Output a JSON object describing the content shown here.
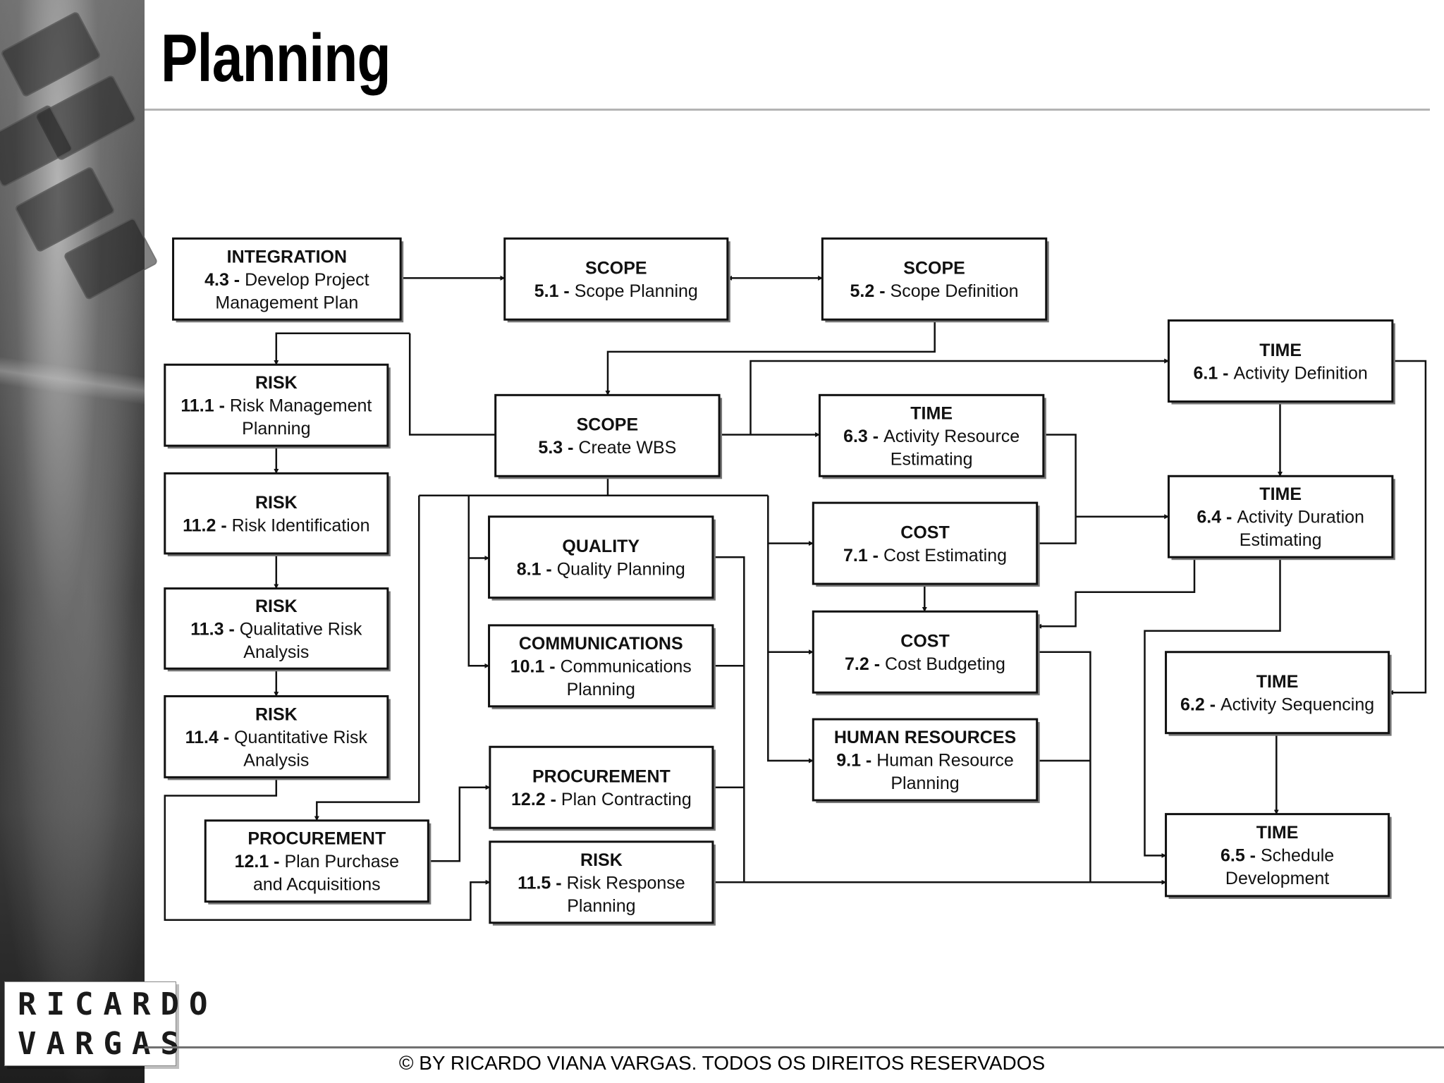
{
  "title": "Planning",
  "footer": "© BY RICARDO VIANA VARGAS. TODOS OS DIREITOS RESERVADOS",
  "logo": {
    "line1": "RICARDO",
    "line2": "VARGAS"
  },
  "colors": {
    "box_border": "#111111",
    "box_fill": "#ffffff",
    "arrow": "#111111",
    "sidebar": "#3a3a3a"
  },
  "diagram": {
    "nodes": [
      {
        "id": "n4_3",
        "category": "INTEGRATION",
        "lines": [
          [
            "4.3 -",
            "Develop Project"
          ],
          [
            "",
            "Management Plan"
          ]
        ]
      },
      {
        "id": "n5_1",
        "category": "SCOPE",
        "lines": [
          [
            "5.1 -",
            "Scope Planning"
          ]
        ]
      },
      {
        "id": "n5_2",
        "category": "SCOPE",
        "lines": [
          [
            "5.2 -",
            "Scope Definition"
          ]
        ]
      },
      {
        "id": "n11_1",
        "category": "RISK",
        "lines": [
          [
            "11.1 -",
            "Risk Management"
          ],
          [
            "",
            "Planning"
          ]
        ]
      },
      {
        "id": "n5_3",
        "category": "SCOPE",
        "lines": [
          [
            "5.3 -",
            "Create WBS"
          ]
        ]
      },
      {
        "id": "n6_3",
        "category": "TIME",
        "lines": [
          [
            "6.3 -",
            "Activity Resource"
          ],
          [
            "",
            "Estimating"
          ]
        ]
      },
      {
        "id": "n6_1",
        "category": "TIME",
        "lines": [
          [
            "6.1 -",
            "Activity Definition"
          ]
        ]
      },
      {
        "id": "n11_2",
        "category": "RISK",
        "lines": [
          [
            "11.2 -",
            "Risk Identification"
          ]
        ]
      },
      {
        "id": "n8_1",
        "category": "QUALITY",
        "lines": [
          [
            "8.1 -",
            "Quality Planning"
          ]
        ]
      },
      {
        "id": "n7_1",
        "category": "COST",
        "lines": [
          [
            "7.1 -",
            "Cost Estimating"
          ]
        ]
      },
      {
        "id": "n6_4",
        "category": "TIME",
        "lines": [
          [
            "6.4 -",
            "Activity Duration"
          ],
          [
            "",
            "Estimating"
          ]
        ]
      },
      {
        "id": "n11_3",
        "category": "RISK",
        "lines": [
          [
            "11.3 -",
            "Qualitative Risk"
          ],
          [
            "",
            "Analysis"
          ]
        ]
      },
      {
        "id": "n10_1",
        "category": "COMMUNICATIONS",
        "lines": [
          [
            "10.1 -",
            "Communications"
          ],
          [
            "",
            "Planning"
          ]
        ]
      },
      {
        "id": "n7_2",
        "category": "COST",
        "lines": [
          [
            "7.2 -",
            "Cost Budgeting"
          ]
        ]
      },
      {
        "id": "n6_2",
        "category": "TIME",
        "lines": [
          [
            "6.2 -",
            "Activity Sequencing"
          ]
        ]
      },
      {
        "id": "n11_4",
        "category": "RISK",
        "lines": [
          [
            "11.4 -",
            "Quantitative Risk"
          ],
          [
            "",
            "Analysis"
          ]
        ]
      },
      {
        "id": "n9_1",
        "category": "HUMAN RESOURCES",
        "lines": [
          [
            "9.1 -",
            "Human Resource"
          ],
          [
            "",
            "Planning"
          ]
        ]
      },
      {
        "id": "n12_2",
        "category": "PROCUREMENT",
        "lines": [
          [
            "12.2 -",
            "Plan Contracting"
          ]
        ]
      },
      {
        "id": "n12_1",
        "category": "PROCUREMENT",
        "lines": [
          [
            "12.1 -",
            "Plan Purchase"
          ],
          [
            "",
            "and Acquisitions"
          ]
        ]
      },
      {
        "id": "n11_5",
        "category": "RISK",
        "lines": [
          [
            "11.5 -",
            "Risk Response"
          ],
          [
            "",
            "Planning"
          ]
        ]
      },
      {
        "id": "n6_5",
        "category": "TIME",
        "lines": [
          [
            "6.5 -",
            "Schedule"
          ],
          [
            "",
            "Development"
          ]
        ]
      }
    ]
  }
}
